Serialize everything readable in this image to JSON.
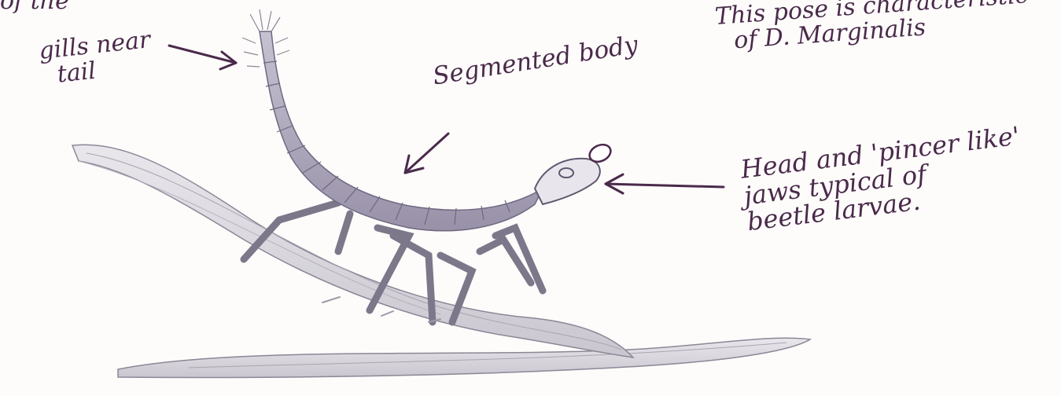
{
  "labels": {
    "top_fragment": "of the",
    "gills": [
      "gills near",
      "tail"
    ],
    "segmented": "Segmented body",
    "pose": [
      "This pose is characteristic",
      "of D. Marginalis"
    ],
    "head": [
      "Head and 'pincer like'",
      "jaws typical of",
      "beetle larvae."
    ]
  },
  "colors": {
    "ink": "#4a2a4a",
    "pencil": "#8b8796",
    "paper": "#fdfcfb"
  }
}
